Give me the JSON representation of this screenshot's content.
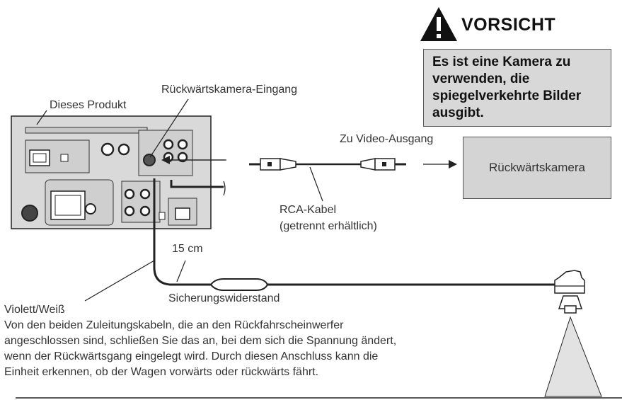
{
  "caution": {
    "title": "VORSICHT",
    "lines": [
      "Es ist eine Kamera zu",
      "verwenden, die",
      "spiegelverkehrte Bilder",
      "ausgibt."
    ]
  },
  "labels": {
    "product": "Dieses Produkt",
    "camera_input": "Rückwärtskamera-Eingang",
    "video_output": "Zu Video-Ausgang",
    "camera": "Rückwärtskamera",
    "rca_cable_1": "RCA-Kabel",
    "rca_cable_2": "(getrennt erhältlich)",
    "length": "15 cm",
    "fuse_resistor": "Sicherungswiderstand"
  },
  "note": {
    "wire_color": "Violett/Weiß",
    "lines": [
      "Von den beiden Zuleitungskabeln, die an den Rückfahrscheinwerfer",
      "angeschlossen sind, schließen Sie das an, bei dem sich die Spannung ändert,",
      "wenn der Rückwärtsgang eingelegt wird. Durch diesen Anschluss kann die",
      "Einheit erkennen, ob der Wagen vorwärts oder rückwärts fährt."
    ]
  },
  "colors": {
    "panel": "#d9d9d9",
    "line": "#222222",
    "box": "#d4d4d4"
  }
}
